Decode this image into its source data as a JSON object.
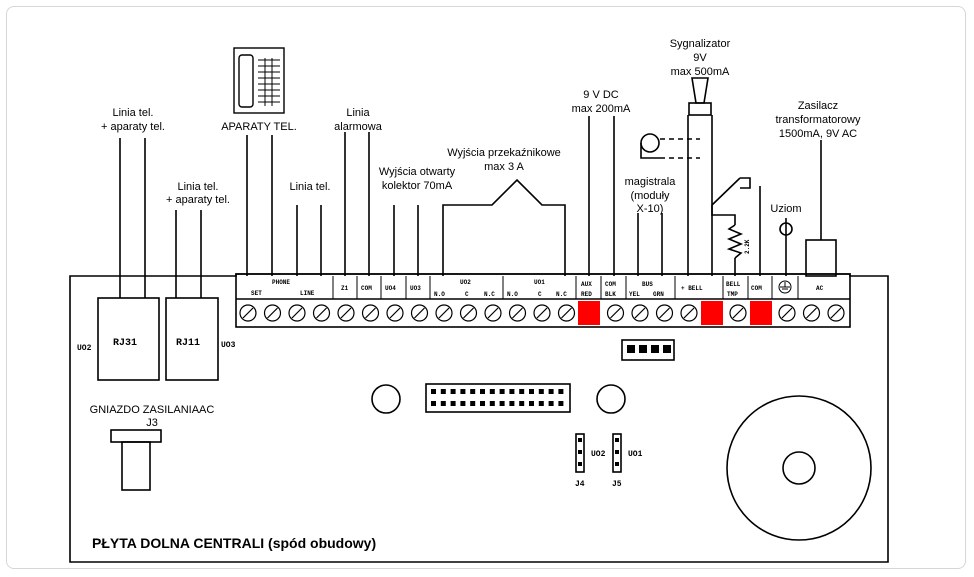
{
  "title": "PŁYTA DOLNA CENTRALI (spód obudowy)",
  "labels": {
    "rj31_lines": [
      "Linia tel.",
      "+ aparaty tel."
    ],
    "rj11_lines": [
      "Linia tel.",
      "+ aparaty tel."
    ],
    "aparaty": "APARATY TEL.",
    "linia_tel": "Linia tel.",
    "linia_alarmowa": [
      "Linia",
      "alarmowa"
    ],
    "wyjscia_ok": [
      "Wyjścia otwarty",
      "kolektor 70mA"
    ],
    "wyjscia_przek": [
      "Wyjścia przekaźnikowe",
      "max 3 A"
    ],
    "dc9v": [
      "9 V DC",
      "max 200mA"
    ],
    "sygnalizator": [
      "Sygnalizator",
      "9V",
      "max 500mA"
    ],
    "magistrala": [
      "magistrala",
      "(moduły",
      "X-10)"
    ],
    "zasilacz": [
      "Zasilacz",
      "transformatorowy",
      "1500mA, 9V AC"
    ],
    "uziom": "Uziom",
    "gniazdo": [
      "GNIAZDO ZASILANIAAC",
      "J3"
    ],
    "resistor": "2.2K"
  },
  "connectors": {
    "rj31": "RJ31",
    "rj11": "RJ11",
    "uo2_left": "UO2",
    "uo3_right": "UO3"
  },
  "terminal_groups": {
    "phone": "PHONE",
    "set": "SET",
    "line": "LINE",
    "uo2": "UO2",
    "uo1": "UO1",
    "bus": "BUS",
    "bell": "+ BELL",
    "ac": "AC"
  },
  "terminal_labels": {
    "z1": "Z1",
    "com1": "COM",
    "uo4": "UO4",
    "uo3": "UO3",
    "no1": "N.O",
    "c1": "C",
    "nc1": "N.C",
    "no2": "N.O",
    "c2": "C",
    "nc2": "N.C",
    "aux": "AUX",
    "red": "RED",
    "com_blk_top": "COM",
    "blk": "BLK",
    "yel": "YEL",
    "grn": "GRN",
    "bell_top": "BELL",
    "tmp": "TMP",
    "com2": "COM"
  },
  "jumpers": {
    "j4": "J4",
    "j5": "J5",
    "uo2": "UO2",
    "uo1": "UO1"
  },
  "colors": {
    "terminal_highlight": "#ff0000",
    "line": "#000000"
  }
}
